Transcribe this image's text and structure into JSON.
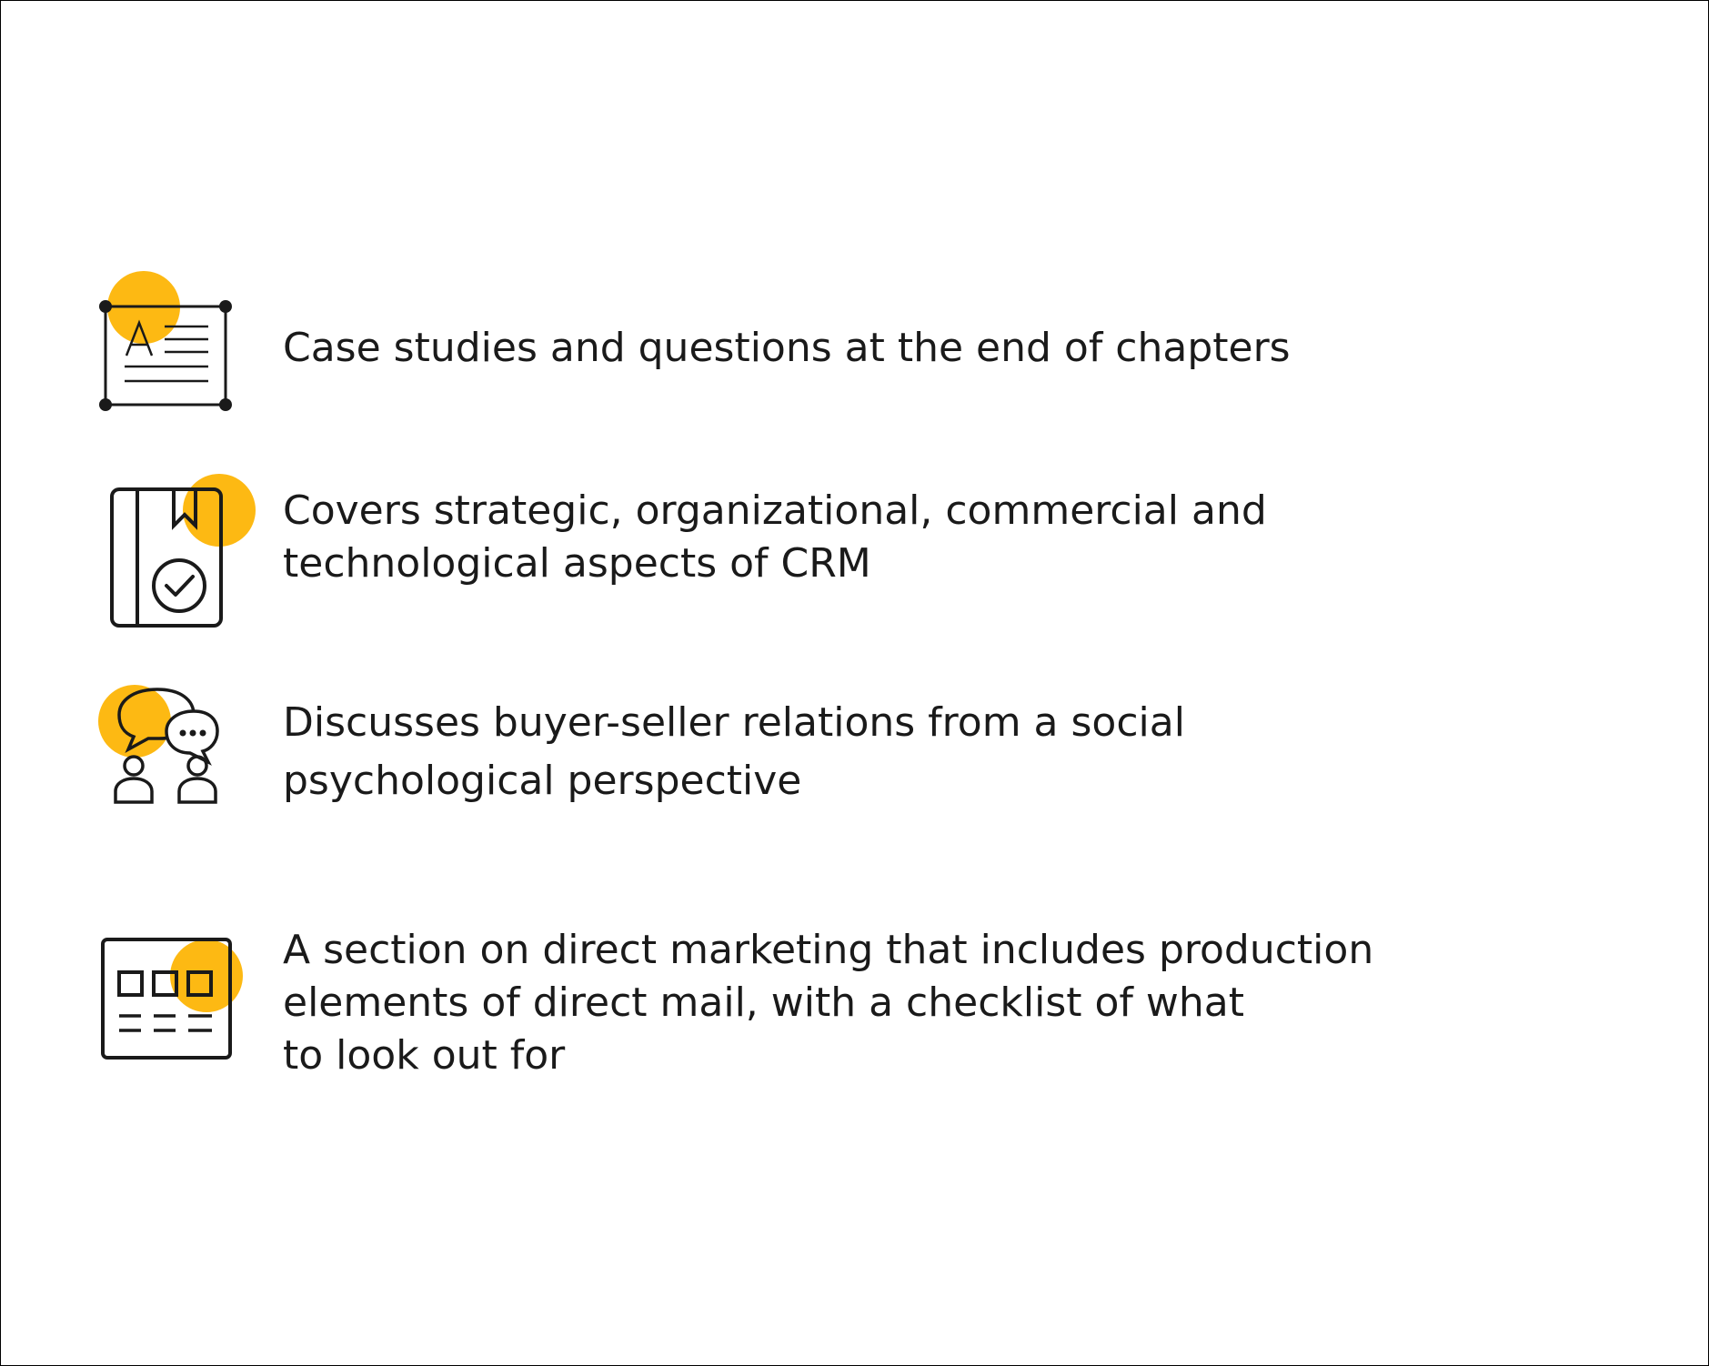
{
  "accent_color": "#FDB913",
  "stroke_color": "#1a1a1a",
  "features": [
    {
      "icon": "document-frame-icon",
      "lines": [
        "Case studies and questions at the end of chapters"
      ]
    },
    {
      "icon": "book-check-icon",
      "lines": [
        "Covers strategic, organizational, commercial and",
        "technological aspects of CRM"
      ]
    },
    {
      "icon": "conversation-people-icon",
      "lines": [
        "Discusses buyer-seller relations from a social",
        "psychological perspective"
      ]
    },
    {
      "icon": "direct-mail-card-icon",
      "lines": [
        "A section on direct marketing that includes production",
        "elements of direct mail, with a checklist of what",
        "to look out for"
      ]
    }
  ]
}
